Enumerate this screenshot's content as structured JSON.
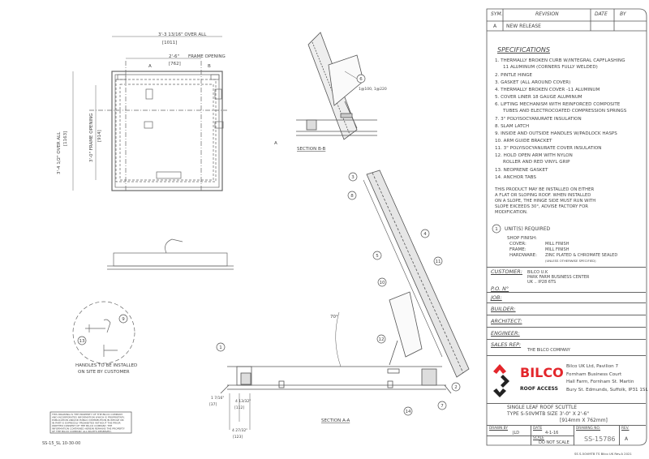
{
  "revision_table": {
    "headers": {
      "sym": "SYM.",
      "revision": "REVISION",
      "date": "DATE",
      "by": "BY"
    },
    "rows": [
      {
        "sym": "A",
        "revision": "NEW RELEASE",
        "date": "",
        "by": ""
      }
    ]
  },
  "specifications": {
    "title": "SPECIFICATIONS",
    "items": [
      {
        "text": "1. THERMALLY BROKEN CURB W/INTEGRAL CAPFLASHING",
        "sub": "11 ALUMINUM (CORNERS FULLY WELDED)"
      },
      {
        "text": "2. PINTLE HINGE"
      },
      {
        "text": "3. GASKET (ALL AROUND COVER)"
      },
      {
        "text": "4. THERMALLY BROKEN COVER -11 ALUMINUM"
      },
      {
        "text": "5. COVER LINER 18 GAUGE ALUMINUM"
      },
      {
        "text": "6. LIFTING MECHANISM WITH REINFORCED COMPOSITE",
        "sub": "TUBES AND ELECTROCOATED COMPRESSION SPRINGS"
      },
      {
        "text": "7. 3\" POLYISOCYANURATE INSULATION"
      },
      {
        "text": "8. SLAM LATCH"
      },
      {
        "text": "9. INSIDE AND OUTSIDE HANDLES W/PADLOCK HASPS"
      },
      {
        "text": "10. ARM GUIDE BRACKET"
      },
      {
        "text": "11. 3\" POLYISOCYANURATE COVER INSULATION"
      },
      {
        "text": "12. HOLD OPEN ARM WITH NYLON",
        "sub": "ROLLER AND RED VINYL GRIP"
      },
      {
        "text": "13. NEOPRENE GASKET"
      },
      {
        "text": "14. ANCHOR TABS"
      }
    ],
    "note": [
      "THIS PRODUCT MAY BE INSTALLED ON EITHER",
      "A FLAT OR SLOPING ROOF. WHEN INSTALLED",
      "ON A SLOPE, THE HINGE SIDE MUST RUN WITH",
      "SLOPE EXCEEDS 30°, ADVISE FACTORY FOR",
      "MODIFICATION."
    ]
  },
  "units": {
    "count": "1",
    "label": "UNIT(S) REQUIRED"
  },
  "shop_finish": {
    "title": "SHOP FINISH:",
    "cover_label": "COVER:",
    "cover": "MILL FINISH",
    "frame_label": "FRAME:",
    "frame": "MILL FINISH",
    "hardware_label": "HARDWARE:",
    "hardware": "ZINC PLATED & CHROMATE SEALED",
    "note": "(UNLESS OTHERWISE SPECIFIED)"
  },
  "customer": {
    "label": "CUSTOMER:",
    "lines": [
      "BILCO U.K",
      "PARK FARM BUSINESS CENTER",
      "UK .. IP28 6TS"
    ]
  },
  "po": {
    "label": "P.O. N°"
  },
  "job": {
    "label": "JOB:"
  },
  "builder": {
    "label": "BUILDER:"
  },
  "architect": {
    "label": "ARCHITECT:"
  },
  "engineer": {
    "label": "ENGINEER:"
  },
  "sales_rep": {
    "label": "SALES REP:",
    "value": "THE BILCO COMPANY"
  },
  "logo": {
    "name": "BILCO",
    "tagline": "ROOF ACCESS",
    "colors": {
      "red": "#e3262b",
      "dark": "#222222"
    }
  },
  "address": [
    "Bilco UK Ltd, Pavilion 7",
    "Fornham Business Court",
    "Hall Farm, Fornham St. Martin",
    "Bury St. Edmunds, Suffolk, IP31 1SL"
  ],
  "product": {
    "line1": "SINGLE LEAF ROOF SCUTTLE",
    "line2": "TYPE S-50VMTB  SIZE 3'-0\" X 2'-6\"",
    "line3": "[914mm X 762mm]"
  },
  "drawn_by": {
    "label": "DRAWN BY",
    "value": "JLD"
  },
  "date": {
    "label": "DATE",
    "value": "4-1-16"
  },
  "scale": {
    "label": "SCALE",
    "value": "DO NOT SCALE"
  },
  "drawing_no": {
    "label": "DRAWING NO.",
    "value": "SS-15786"
  },
  "rev": {
    "label": "REV.",
    "value": "A"
  },
  "footer": "SS S-50VMTB TS Bilco UK Rev.A 2021",
  "left_footer": "SS-15_SL  10-30-00",
  "proprietary": [
    "THIS DRAWING IS THE PROPERTY OF THE BILCO COMPANY",
    "AND INCORPORATES INFORMATION WHICH IS PROPRIETARY.",
    "PUBLICATION AND/OR PUBLIC DISTRIBUTION IN WHOLE OR",
    "IN PART IS EXPRESSLY PROHIBITED WITHOUT THE PRIOR",
    "WRITTEN CONSENT OF THE BILCO COMPANY. THE",
    "INFORMATION CONTAINED HEREIN REMAINS THE PROPERTY",
    "OF THE BILCO COMPANY. ALL RIGHTS RESERVED."
  ],
  "plan": {
    "overall_w": "3'-3 13/16\" OVER ALL",
    "overall_w_mm": "[1011]",
    "frame_w": "2'-6\"",
    "frame_w_label": "FRAME OPENING",
    "frame_w_mm": "[762]",
    "overall_h": "3'-4 1/2\" OVER ALL",
    "overall_h_mm": "[1163]",
    "frame_h": "3'-0\" FRAME OPENING",
    "frame_h_mm": "[914]",
    "cut_a": "A",
    "cut_b": "B"
  },
  "handles_note": [
    "HANDLES TO BE INSTALLED",
    "ON SITE BY CUSTOMER"
  ],
  "section_b": {
    "title": "SECTION B-B",
    "callout": "6",
    "note": "1@100, 1@220"
  },
  "section_a": {
    "title": "SECTION A-A",
    "angle": "70°",
    "callouts": [
      "1",
      "2",
      "3",
      "4",
      "5",
      "7",
      "8",
      "10",
      "11",
      "12",
      "14"
    ],
    "dims": [
      "1 7/16\"",
      "[37]",
      "4 13/32\"",
      "[112]",
      "4 27/32\"",
      "[123]"
    ]
  },
  "detail_callouts": [
    "9",
    "13"
  ]
}
